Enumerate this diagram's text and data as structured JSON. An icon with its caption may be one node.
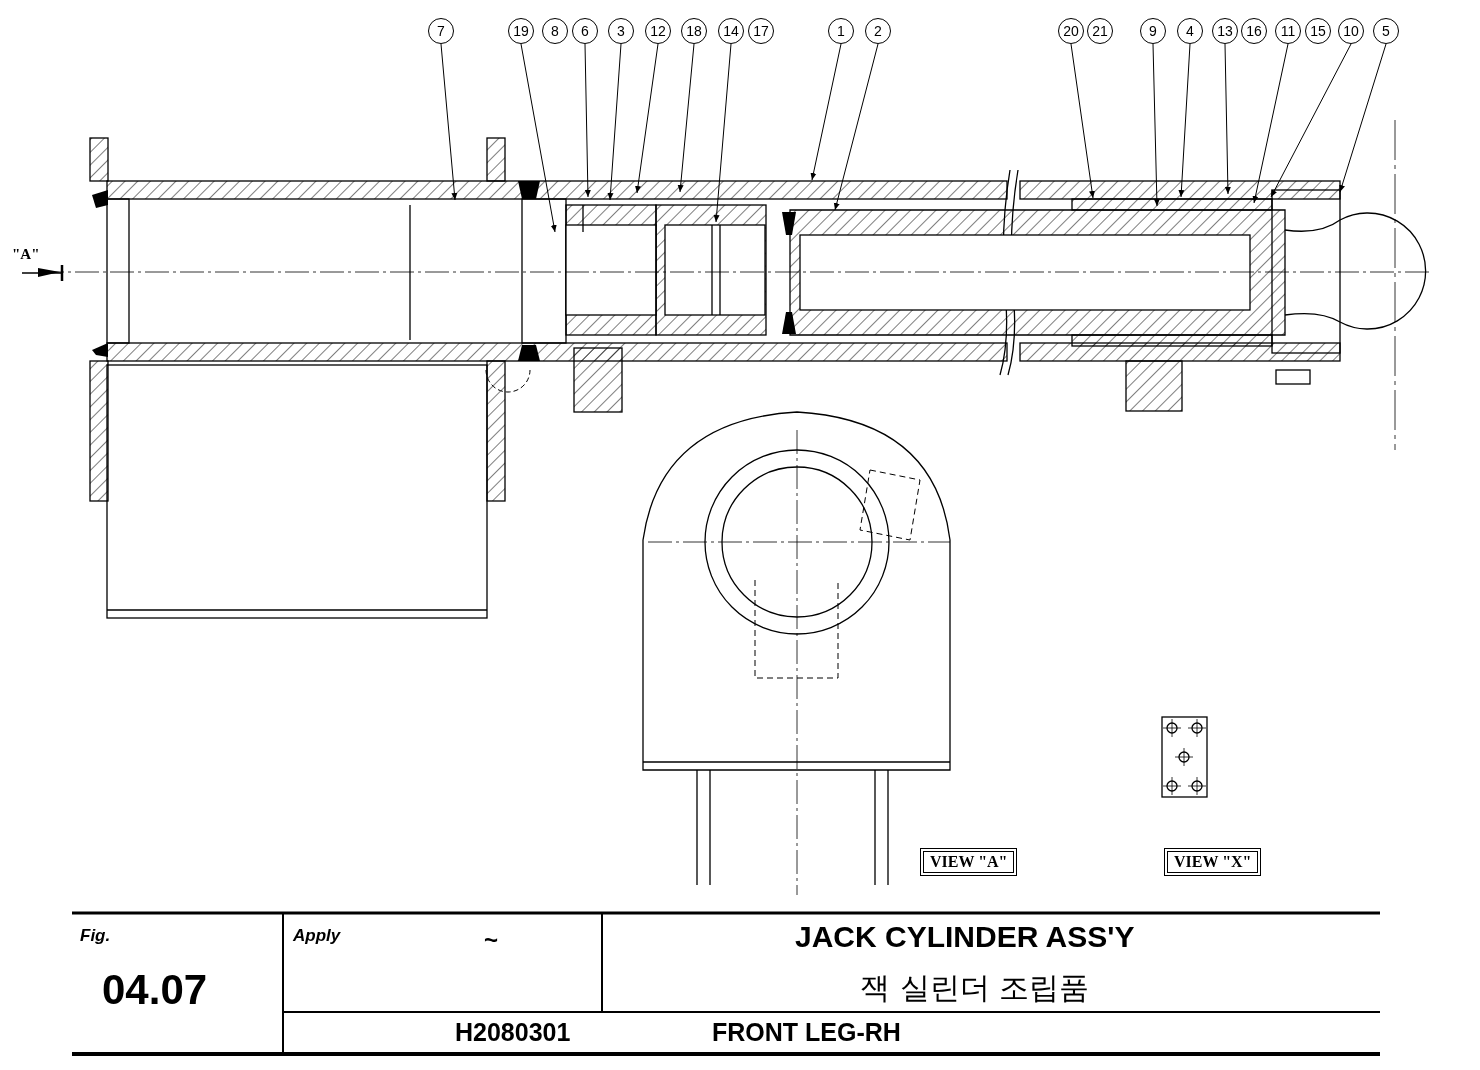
{
  "diagram": {
    "nodes": [
      {
        "text": [
          "7"
        ]
      },
      {
        "text": [
          "19"
        ]
      },
      {
        "text": [
          "8"
        ]
      },
      {
        "text": [
          "6"
        ]
      },
      {
        "text": [
          "3"
        ]
      },
      {
        "text": [
          "12"
        ]
      },
      {
        "text": [
          "18"
        ]
      },
      {
        "text": [
          "14"
        ]
      },
      {
        "text": [
          "17"
        ]
      },
      {
        "text": [
          "1"
        ]
      },
      {
        "text": [
          "2"
        ]
      },
      {
        "text": [
          "20"
        ]
      },
      {
        "text": [
          "21"
        ]
      },
      {
        "text": [
          "9"
        ]
      },
      {
        "text": [
          "4"
        ]
      },
      {
        "text": [
          "13"
        ]
      },
      {
        "text": [
          "16"
        ]
      },
      {
        "text": [
          "11"
        ]
      },
      {
        "text": [
          "15"
        ]
      },
      {
        "text": [
          "10"
        ]
      },
      {
        "text": [
          "5"
        ]
      },
      {
        "text": [
          "VIEW \"A\""
        ]
      },
      {
        "text": [
          "VIEW \"X\""
        ]
      }
    ],
    "edges": [
      {
        "from": 0,
        "to": null,
        "arrow": "to"
      },
      {
        "from": 1,
        "to": null,
        "arrow": "to"
      },
      {
        "from": 3,
        "to": null,
        "arrow": "to"
      },
      {
        "from": 4,
        "to": null,
        "arrow": "to"
      },
      {
        "from": 5,
        "to": null,
        "arrow": "to"
      },
      {
        "from": 6,
        "to": null,
        "arrow": "to"
      },
      {
        "from": 7,
        "to": null,
        "arrow": "to"
      },
      {
        "from": 9,
        "to": null,
        "arrow": "to"
      },
      {
        "from": 10,
        "to": null,
        "arrow": "to"
      },
      {
        "from": 11,
        "to": null,
        "arrow": "to"
      },
      {
        "from": 13,
        "to": null,
        "arrow": "to"
      },
      {
        "from": 14,
        "to": null,
        "arrow": "to"
      },
      {
        "from": 15,
        "to": null,
        "arrow": "to"
      },
      {
        "from": 17,
        "to": null,
        "arrow": "to"
      },
      {
        "from": 19,
        "to": null,
        "arrow": "to"
      },
      {
        "from": 20,
        "to": null,
        "arrow": "to"
      }
    ],
    "labels": [
      "\"A\"",
      "Fig.",
      "04.07",
      "Apply",
      "~",
      "JACK CYLINDER ASS'Y",
      "잭 실린더 조립품",
      "H2080301",
      "FRONT LEG-RH"
    ]
  }
}
